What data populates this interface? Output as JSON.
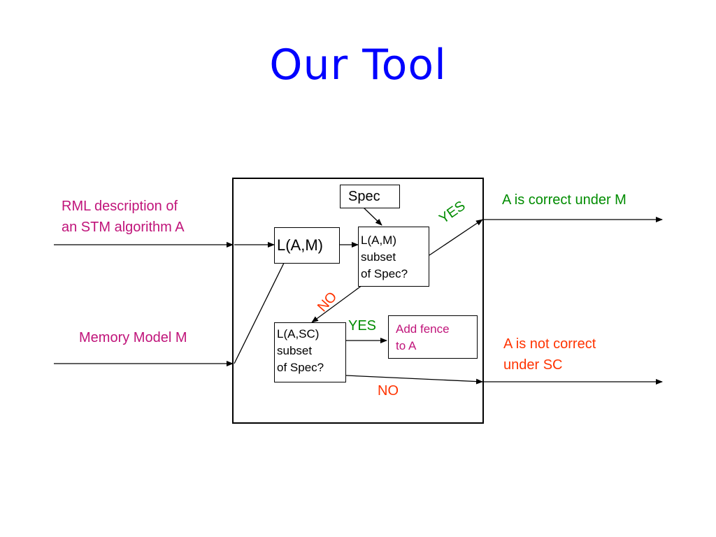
{
  "title": "Our Tool",
  "inputs": {
    "rml_line1": "RML description of",
    "rml_line2": "an STM algorithm A",
    "memory_model": "Memory Model M"
  },
  "nodes": {
    "spec": "Spec",
    "lam": "L(A,M)",
    "check_lam": [
      "L(A,M)",
      "subset",
      "of Spec?"
    ],
    "check_lasc": [
      "L(A,SC)",
      "subset",
      "of Spec?"
    ],
    "add_fence": [
      "Add fence",
      "to A"
    ]
  },
  "edge_labels": {
    "yes_top": "YES",
    "no_mid": "NO",
    "yes_mid": "YES",
    "no_bottom": "NO"
  },
  "outputs": {
    "correct": "A is correct under M",
    "not_correct_line1": "A is not correct",
    "not_correct_line2": "under SC"
  },
  "colors": {
    "title": "#0000ff",
    "input_text": "#c0147a",
    "yes": "#008c00",
    "no": "#ff3300"
  }
}
